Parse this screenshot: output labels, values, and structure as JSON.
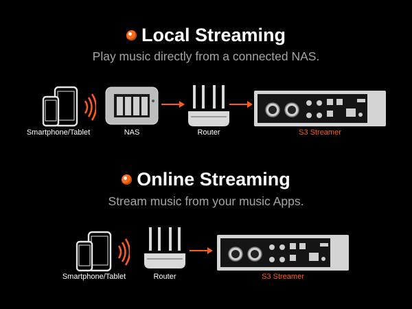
{
  "accent_color": "#ff5a1f",
  "sections": [
    {
      "title": "Local Streaming",
      "subtitle": "Play music directly from a connected NAS.",
      "devices": [
        {
          "icon": "smartphone-tablet-icon",
          "label": "Smartphone/Tablet"
        },
        {
          "icon": "nas-icon",
          "label": "NAS"
        },
        {
          "icon": "router-icon",
          "label": "Router"
        },
        {
          "icon": "streamer-icon",
          "label": "S3 Streamer"
        }
      ]
    },
    {
      "title": "Online Streaming",
      "subtitle": "Stream music from your music Apps.",
      "devices": [
        {
          "icon": "smartphone-tablet-icon",
          "label": "Smartphone/Tablet"
        },
        {
          "icon": "router-icon",
          "label": "Router"
        },
        {
          "icon": "streamer-icon",
          "label": "S3 Streamer"
        }
      ]
    }
  ]
}
